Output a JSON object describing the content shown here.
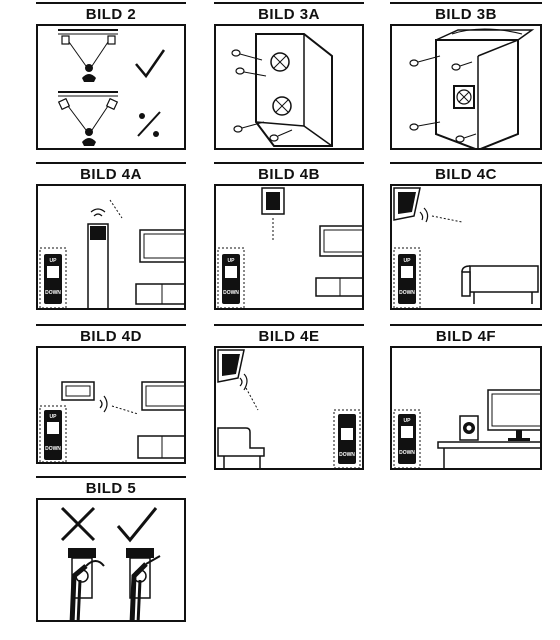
{
  "figures": [
    {
      "id": "bild2",
      "label": "BILD 2"
    },
    {
      "id": "bild3a",
      "label": "BILD 3A"
    },
    {
      "id": "bild3b",
      "label": "BILD 3B"
    },
    {
      "id": "bild4a",
      "label": "BILD 4A"
    },
    {
      "id": "bild4b",
      "label": "BILD 4B"
    },
    {
      "id": "bild4c",
      "label": "BILD 4C"
    },
    {
      "id": "bild4d",
      "label": "BILD 4D"
    },
    {
      "id": "bild4e",
      "label": "BILD 4E"
    },
    {
      "id": "bild4f",
      "label": "BILD 4F"
    },
    {
      "id": "bild5",
      "label": "BILD 5"
    }
  ],
  "remote": {
    "up_label": "UP",
    "down_label": "DOWN"
  },
  "colors": {
    "ink": "#111111",
    "paper": "#ffffff"
  }
}
